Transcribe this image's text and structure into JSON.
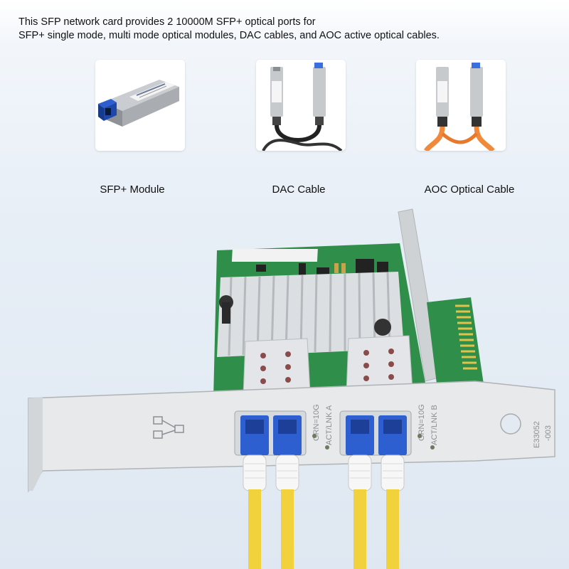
{
  "intro": {
    "line1": "This SFP network card provides 2 10000M SFP+ optical ports for",
    "line2": "SFP+ single mode, multi mode optical modules, DAC cables, and AOC active optical cables."
  },
  "products": [
    {
      "caption": "SFP+ Module",
      "icon": "sfp-module-icon"
    },
    {
      "caption": "DAC Cable",
      "icon": "dac-cable-icon"
    },
    {
      "caption": "AOC Optical Cable",
      "icon": "aoc-cable-icon"
    }
  ],
  "card": {
    "port_a_label_1": "GRN=10G",
    "port_a_label_2": "ACT/LNK A",
    "port_b_label_1": "GRN=10G",
    "port_b_label_2": "ACT/LNK B",
    "bracket_code_1": "E33052",
    "bracket_code_2": "-003"
  },
  "colors": {
    "pcb_green": "#2f8f4a",
    "heatsink": "#d9dcdf",
    "bracket": "#e6e8ea",
    "connector_blue": "#2d5fd0",
    "fiber_yellow": "#f1d23c",
    "gold_finger": "#e2c24a"
  }
}
